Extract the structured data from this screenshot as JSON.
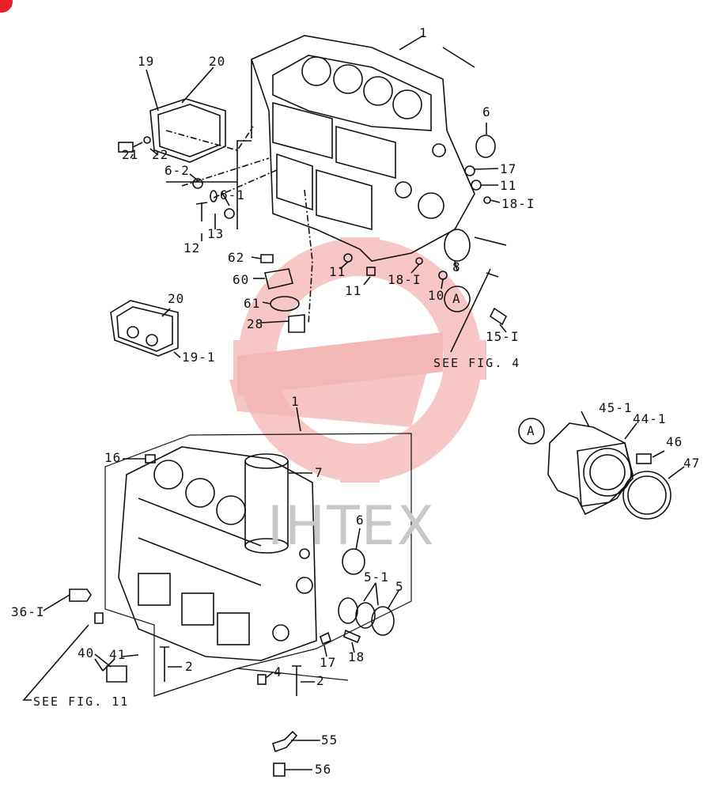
{
  "diagram": {
    "watermark_text": "IHTEX",
    "notes": {
      "see_fig_4": "SEE FIG. 4",
      "see_fig_11": "SEE FIG. 11"
    },
    "callout_a": "A",
    "labels": {
      "p1_top": "1",
      "p6_top": "6",
      "p17_top": "17",
      "p11_right": "11",
      "p18_1_right": "18-I",
      "p19": "19",
      "p20_top": "20",
      "p22": "22",
      "p21": "21",
      "p6_2": "6-2",
      "p6_1": "6-1",
      "p12": "12",
      "p13": "13",
      "p62": "62",
      "p60": "60",
      "p61": "61",
      "p28": "28",
      "p11_mid_a": "11",
      "p11_mid_b": "11",
      "p18_1_mid": "18-I",
      "p8": "8",
      "p10": "10",
      "p15_1": "15-I",
      "p20_low": "20",
      "p19_1": "19-1",
      "p45_1": "45-1",
      "p44_1": "44-1",
      "p46": "46",
      "p47": "47",
      "p1_low": "1",
      "p16": "16",
      "p7": "7",
      "p6_low": "6",
      "p5_1": "5-1",
      "p5": "5",
      "p36_1": "36-I",
      "p40": "40",
      "p41": "41",
      "p2_left": "2",
      "p4": "4",
      "p2_right": "2",
      "p17_low": "17",
      "p18": "18",
      "p55": "55",
      "p56": "56"
    }
  }
}
